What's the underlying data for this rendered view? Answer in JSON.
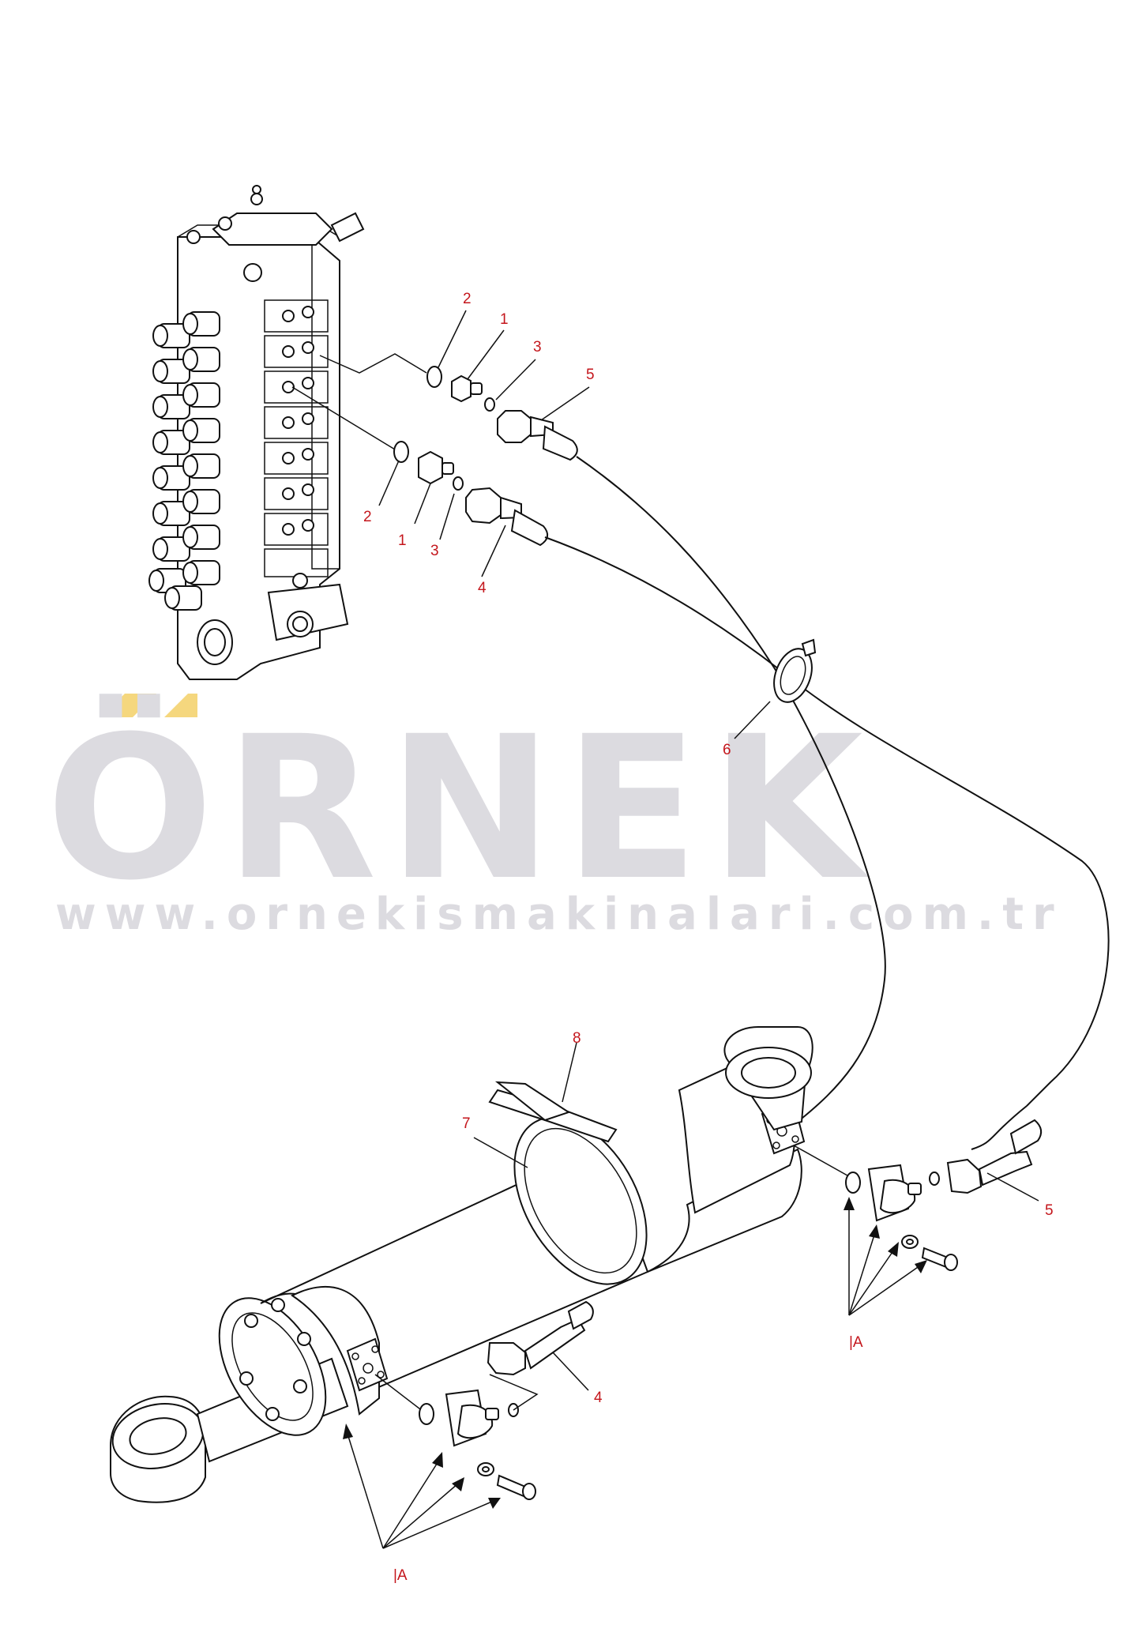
{
  "watermark": {
    "brand": "ÖRNEK",
    "url": "www.ornekismakinalari.com.tr",
    "accent_color": "#f5d77e",
    "text_color": "#dcdbe0"
  },
  "callouts": {
    "c2a": "2",
    "c1a": "1",
    "c3a": "3",
    "c5a": "5",
    "c2b": "2",
    "c1b": "1",
    "c3b": "3",
    "c4a": "4",
    "c6": "6",
    "c8": "8",
    "c7": "7",
    "c5b": "5",
    "c4b": "4"
  },
  "refs": {
    "refA1": "|A",
    "refA2": "|A"
  },
  "colors": {
    "callout": "#c4161c",
    "line": "#111111"
  }
}
